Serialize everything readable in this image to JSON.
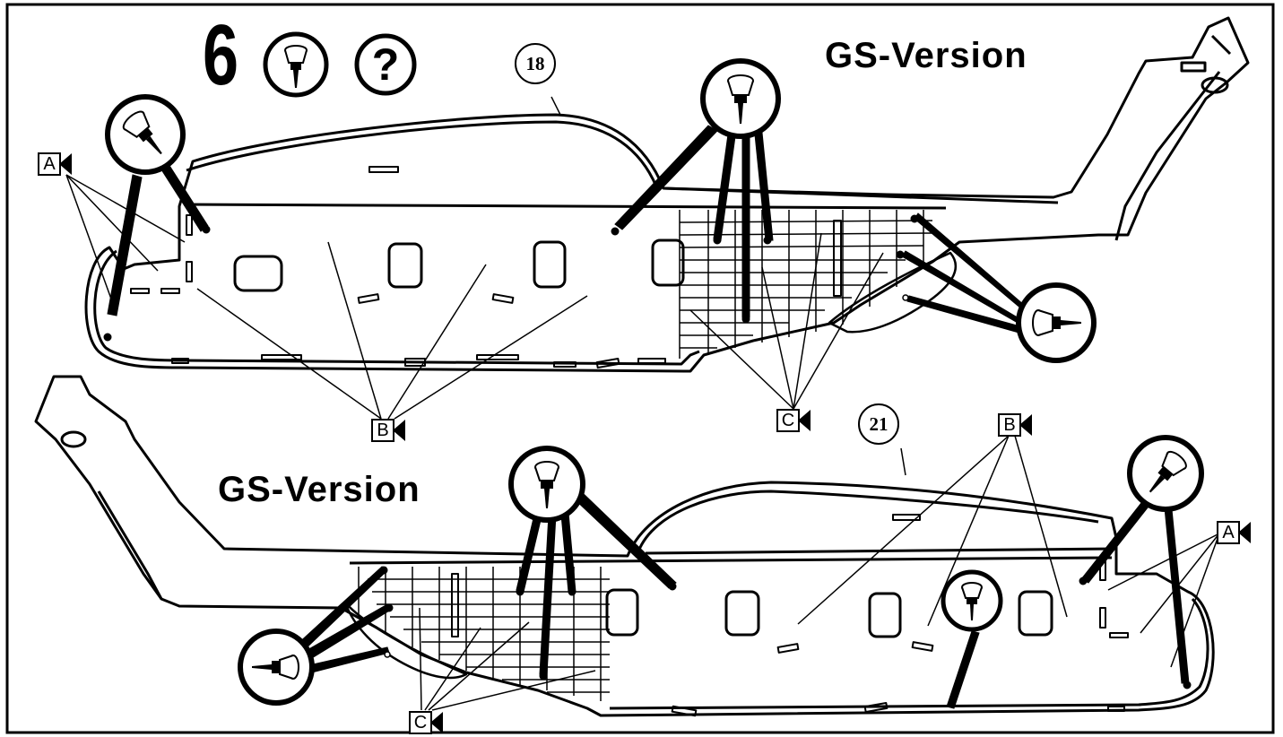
{
  "step": {
    "number": "6"
  },
  "icons": {
    "drill": "drill-icon",
    "question": "question-mark-icon"
  },
  "header": {
    "question_glyph": "?"
  },
  "top_panel": {
    "version_label": "GS-Version",
    "part_number": "18",
    "tags": {
      "a": "A",
      "b": "B",
      "c": "C"
    }
  },
  "bottom_panel": {
    "version_label": "GS-Version",
    "part_number": "21",
    "tags": {
      "a": "A",
      "b": "B",
      "c": "C"
    }
  }
}
